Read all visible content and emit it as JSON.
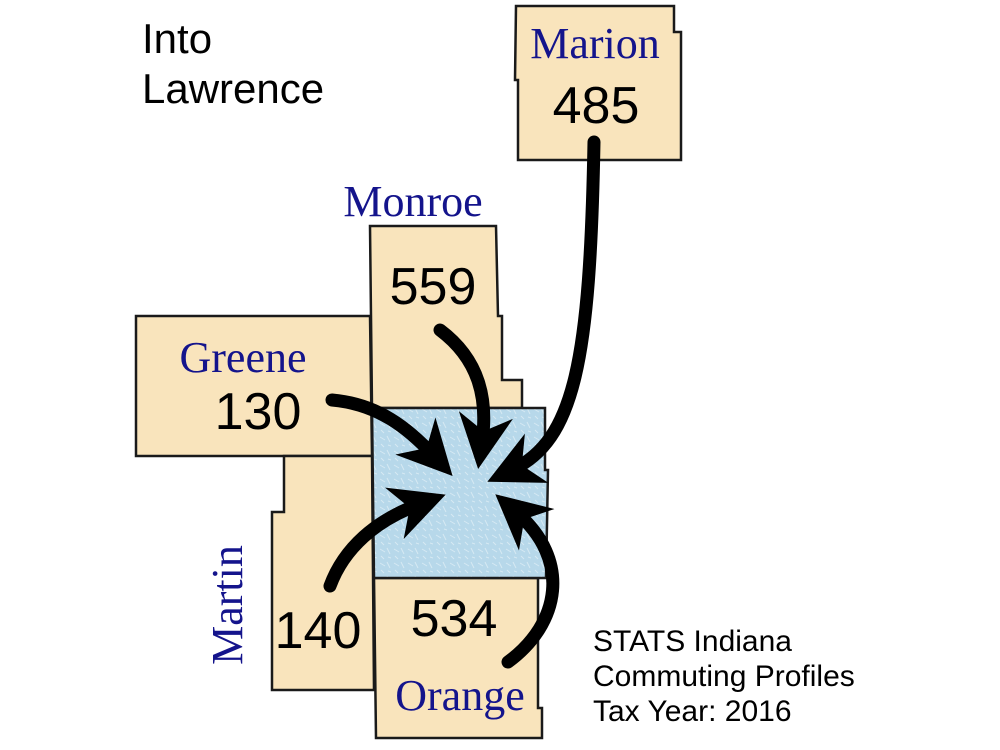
{
  "title": {
    "line1": "Into",
    "line2": "Lawrence"
  },
  "destination": "Lawrence",
  "counties": [
    {
      "id": "marion",
      "name": "Marion",
      "commuters": "485"
    },
    {
      "id": "monroe",
      "name": "Monroe",
      "commuters": "559"
    },
    {
      "id": "greene",
      "name": "Greene",
      "commuters": "130"
    },
    {
      "id": "martin",
      "name": "Martin",
      "commuters": "140"
    },
    {
      "id": "orange",
      "name": "Orange",
      "commuters": "534"
    }
  ],
  "source": {
    "line1": "STATS Indiana",
    "line2": "Commuting Profiles",
    "line3": "Tax Year: 2016"
  },
  "colors": {
    "county_fill": "#f9e4bc",
    "destination_fill": "#b7d8ea",
    "border": "#1a1a1a",
    "arrow": "#000000",
    "county_label": "#14148c"
  }
}
